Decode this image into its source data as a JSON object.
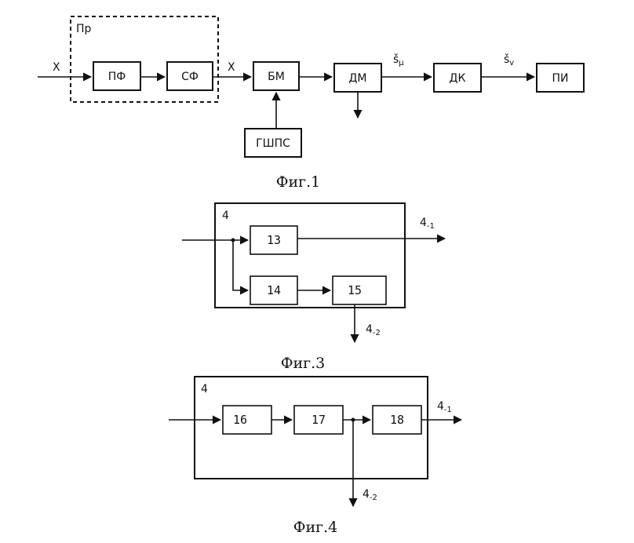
{
  "fig1": {
    "caption": "Фиг.1",
    "group_label": "Пр",
    "input_label": "X",
    "mid_label": "X",
    "blocks": {
      "pf": "ПФ",
      "sf": "СФ",
      "bm": "БМ",
      "dm": "ДМ",
      "dk": "ДК",
      "pi": "ПИ",
      "gshps": "ГШПС"
    },
    "signal_dm_dk": "š",
    "signal_dm_dk_sub": "μ",
    "signal_dk_pi": "š",
    "signal_dk_pi_sub": "v"
  },
  "fig3": {
    "caption": "Фиг.3",
    "frame_label": "4",
    "blocks": {
      "b13": "13",
      "b14": "14",
      "b15": "15"
    },
    "out1_label": "4",
    "out1_sub": "-1",
    "out2_label": "4",
    "out2_sub": "-2"
  },
  "fig4": {
    "caption": "Фиг.4",
    "frame_label": "4",
    "blocks": {
      "b16": "16",
      "b17": "17",
      "b18": "18"
    },
    "out1_label": "4",
    "out1_sub": "-1",
    "out2_label": "4",
    "out2_sub": "-2"
  }
}
